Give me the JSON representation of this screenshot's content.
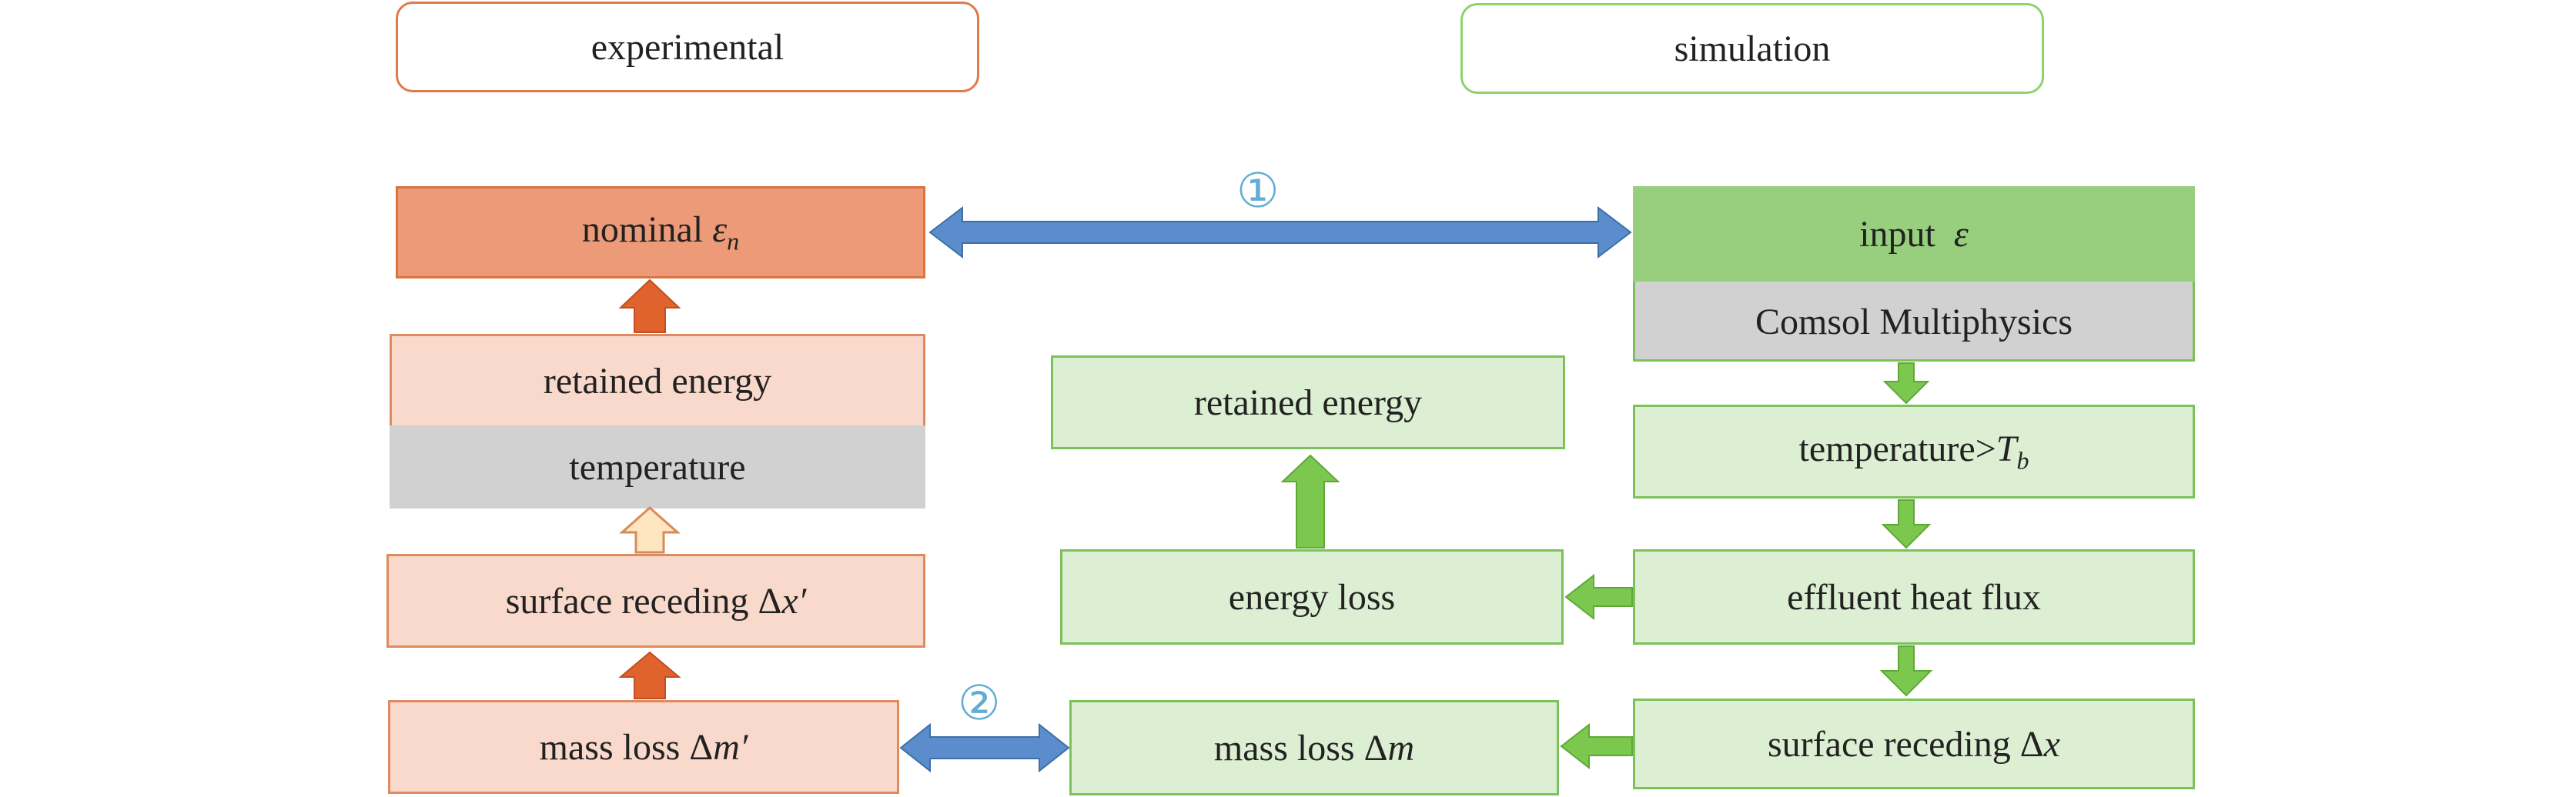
{
  "headers": {
    "experimental": "experimental",
    "simulation": "simulation"
  },
  "experimental": {
    "nominal_prefix": "nominal",
    "nominal_sym": "ε",
    "nominal_sub": "n",
    "retained_energy": "retained energy",
    "temperature": "temperature",
    "surface_receding_prefix": "surface receding Δ",
    "surface_receding_var": "x′",
    "mass_loss_prefix": "mass loss Δ",
    "mass_loss_var": "m′"
  },
  "simulation": {
    "input_prefix": "input",
    "input_sym": "ε",
    "comsol": "Comsol Multiphysics",
    "temperature_prefix": "temperature>",
    "temperature_sym": "T",
    "temperature_sub": "b",
    "effluent": "effluent heat flux",
    "surface_receding_prefix": "surface receding Δ",
    "surface_receding_var": "x",
    "retained_energy": "retained energy",
    "energy_loss": "energy loss",
    "mass_loss_prefix": "mass loss Δ",
    "mass_loss_var": "m"
  },
  "links": {
    "one": "①",
    "two": "②"
  },
  "colors": {
    "exp_dark": "#ec9a77",
    "exp_light": "#f8d9cb",
    "exp_arrow": "#e0632e",
    "sim_dark": "#97cf7e",
    "sim_light": "#dcefd2",
    "sim_arrow": "#7cc84f",
    "link_arrow": "#5b8ccc",
    "grey": "#d1d1d1"
  }
}
